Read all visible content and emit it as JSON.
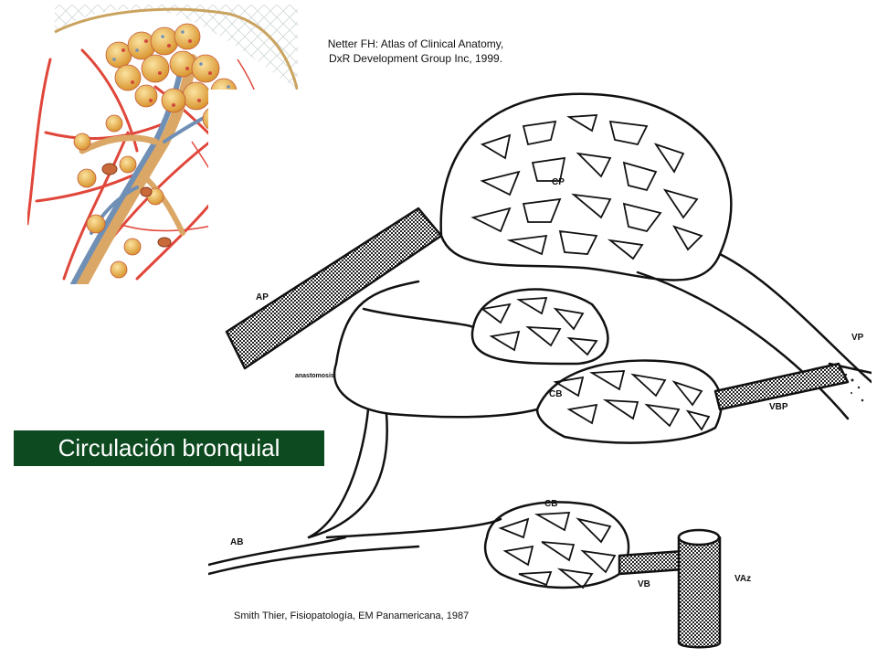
{
  "citations": {
    "netter": "Netter FH: Atlas of Clinical Anatomy,\n DxR Development Group Inc, 1999.",
    "smith": "Smith Thier, Fisiopatología, EM Panamericana, 1987"
  },
  "title": "Circulación bronquial",
  "diagram_labels": {
    "ap": "AP",
    "cp": "CP",
    "vp": "VP",
    "anastomosis": "anastomosis",
    "cb_upper": "CB",
    "vbp": "VBP",
    "cb_lower": "CB",
    "ab": "AB",
    "vb": "VB",
    "vaz": "VAz"
  },
  "colors": {
    "title_background": "#0e4a20",
    "title_text": "#ffffff",
    "artery_red": "#e0463a",
    "bronchus_blue": "#6f8fb5",
    "alveoli_yellow": "#e9b650"
  }
}
